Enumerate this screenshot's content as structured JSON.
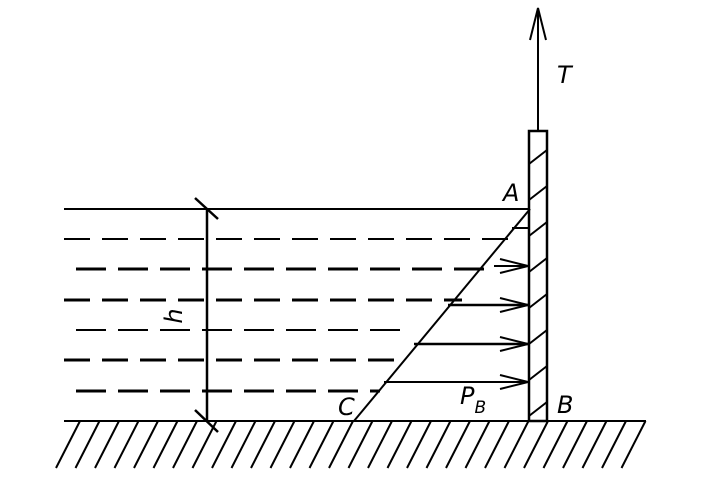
{
  "labels": {
    "tension": "T",
    "top_point": "A",
    "bottom_point": "B",
    "pressure_toe": "C",
    "bottom_pressure": "P",
    "bottom_pressure_subscript": "B",
    "depth": "h"
  },
  "colors": {
    "ink": "#000000",
    "background": "#ffffff"
  }
}
